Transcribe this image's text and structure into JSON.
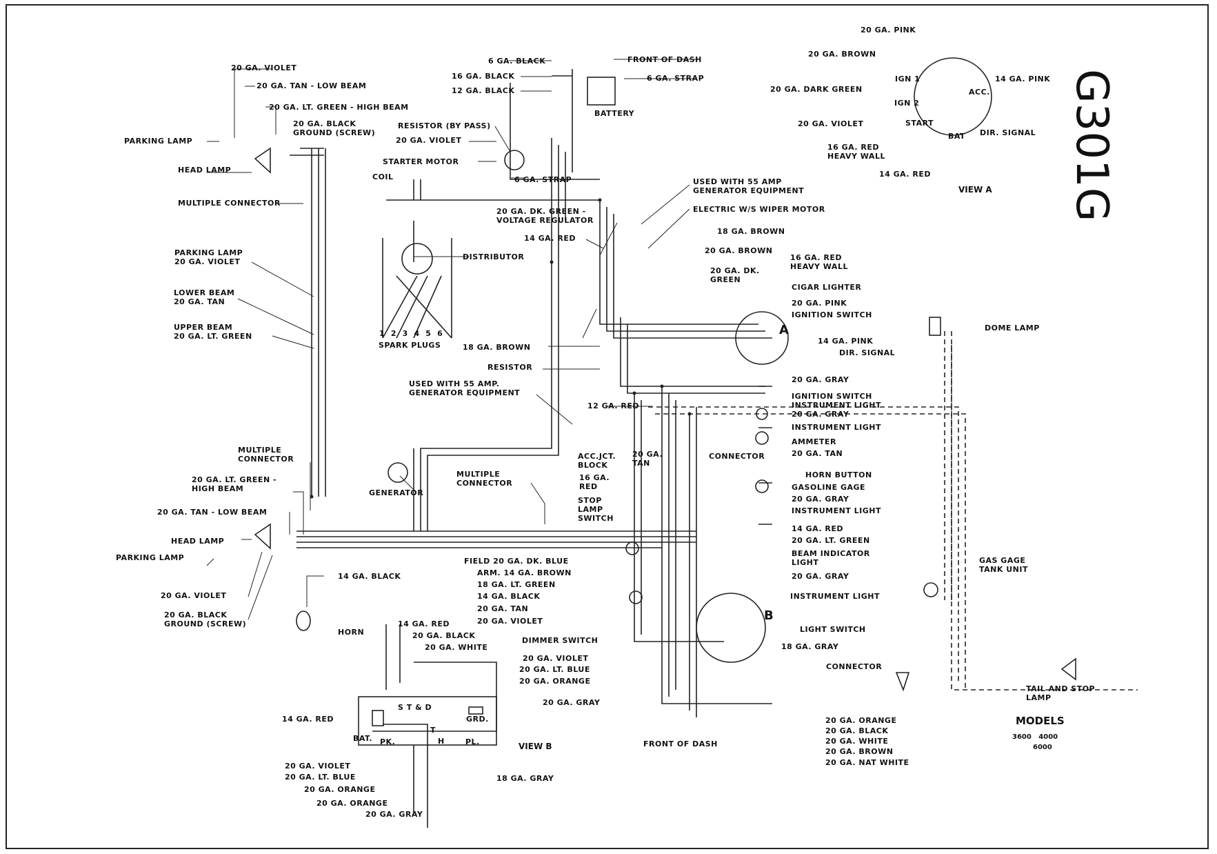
{
  "diagram": {
    "code": "G301G",
    "view_a_caption": "VIEW A",
    "view_b_caption": "VIEW B",
    "marker_a": "A",
    "marker_b": "B",
    "models_title": "MODELS",
    "models_line1": "3600   4000",
    "models_line2": "6000"
  },
  "labels": {
    "front_left": [
      "20 GA. VIOLET",
      "20 GA. TAN - LOW BEAM",
      "20 GA. LT. GREEN - HIGH BEAM",
      "20 GA. BLACK\nGROUND (SCREW)",
      "PARKING LAMP",
      "HEAD LAMP",
      "MULTIPLE CONNECTOR",
      "PARKING LAMP\n20 GA. VIOLET",
      "LOWER BEAM\n20 GA. TAN",
      "UPPER BEAM\n20 GA. LT. GREEN",
      "MULTIPLE\nCONNECTOR",
      "20 GA. LT. GREEN -\nHIGH BEAM",
      "20 GA. TAN - LOW BEAM",
      "HEAD LAMP",
      "PARKING LAMP",
      "20 GA. VIOLET",
      "20 GA. BLACK\nGROUND (SCREW)",
      "14 GA. BLACK",
      "HORN"
    ],
    "engine": [
      "6 GA. BLACK",
      "16 GA. BLACK",
      "12 GA. BLACK",
      "RESISTOR (BY PASS)",
      "20 GA. VIOLET",
      "STARTER MOTOR",
      "6 GA. STRAP",
      "COIL",
      "DISTRIBUTOR",
      "1  2  3  4  5  6",
      "SPARK PLUGS",
      "FRONT OF DASH",
      "6 GA. STRAP",
      "BATTERY",
      "USED WITH 55 AMP\nGENERATOR EQUIPMENT",
      "ELECTRIC W/S WIPER MOTOR",
      "20 GA. DK. GREEN -\nVOLTAGE REGULATOR",
      "14 GA. RED",
      "18 GA. BROWN",
      "RESISTOR",
      "USED WITH 55 AMP.\nGENERATOR EQUIPMENT",
      "12 GA. RED",
      "GENERATOR",
      "MULTIPLE\nCONNECTOR",
      "FIELD 20 GA. DK. BLUE",
      "ARM. 14 GA. BROWN",
      "18 GA. LT. GREEN",
      "14 GA. BLACK",
      "20 GA. TAN",
      "20 GA. VIOLET"
    ],
    "dash": [
      "18 GA. BROWN",
      "20 GA. BROWN",
      "20 GA. DK.\nGREEN",
      "16 GA. RED\nHEAVY WALL",
      "CIGAR LIGHTER",
      "20 GA. PINK",
      "IGNITION SWITCH",
      "14 GA. PINK",
      "DIR. SIGNAL",
      "20 GA. GRAY",
      "IGNITION SWITCH\nINSTRUMENT LIGHT",
      "20 GA. GRAY",
      "INSTRUMENT LIGHT",
      "AMMETER",
      "CONNECTOR",
      "20 GA. TAN",
      "HORN BUTTON",
      "GASOLINE GAGE",
      "20 GA. GRAY",
      "INSTRUMENT LIGHT",
      "14 GA. RED",
      "20 GA. LT. GREEN",
      "BEAM INDICATOR\nLIGHT",
      "20 GA. GRAY",
      "INSTRUMENT LIGHT",
      "LIGHT SWITCH",
      "18 GA. GRAY",
      "ACC.JCT.\nBLOCK",
      "20 GA.\nTAN",
      "16 GA.\nRED",
      "STOP\nLAMP\nSWITCH",
      "DIMMER SWITCH",
      "20 GA. VIOLET",
      "20 GA. LT. BLUE",
      "20 GA. ORANGE",
      "20 GA. GRAY",
      "FRONT OF DASH",
      "20 GA. ORANGE",
      "20 GA. BLACK",
      "20 GA. WHITE",
      "20 GA. BROWN",
      "20 GA. NAT WHITE"
    ],
    "rear": [
      "DOME LAMP",
      "GAS GAGE\nTANK UNIT",
      "CONNECTOR",
      "TAIL AND STOP\nLAMP"
    ],
    "view_a": [
      "20 GA. PINK",
      "20 GA. BROWN",
      "IGN 1",
      "14 GA. PINK",
      "20 GA. DARK GREEN",
      "ACC.",
      "IGN 2",
      "20 GA. VIOLET",
      "START",
      "DIR. SIGNAL",
      "BAT",
      "16 GA. RED\nHEAVY WALL",
      "14 GA. RED"
    ],
    "view_b": [
      "14 GA. RED",
      "20 GA. BLACK",
      "20 GA. WHITE",
      "S T & D",
      "GRD.",
      "T",
      "14 GA. RED",
      "BAT.",
      "PK.",
      "H",
      "PL.",
      "20 GA. VIOLET",
      "20 GA. LT. BLUE",
      "20 GA. ORANGE",
      "20 GA. ORANGE",
      "20 GA. GRAY",
      "18 GA. GRAY"
    ]
  }
}
